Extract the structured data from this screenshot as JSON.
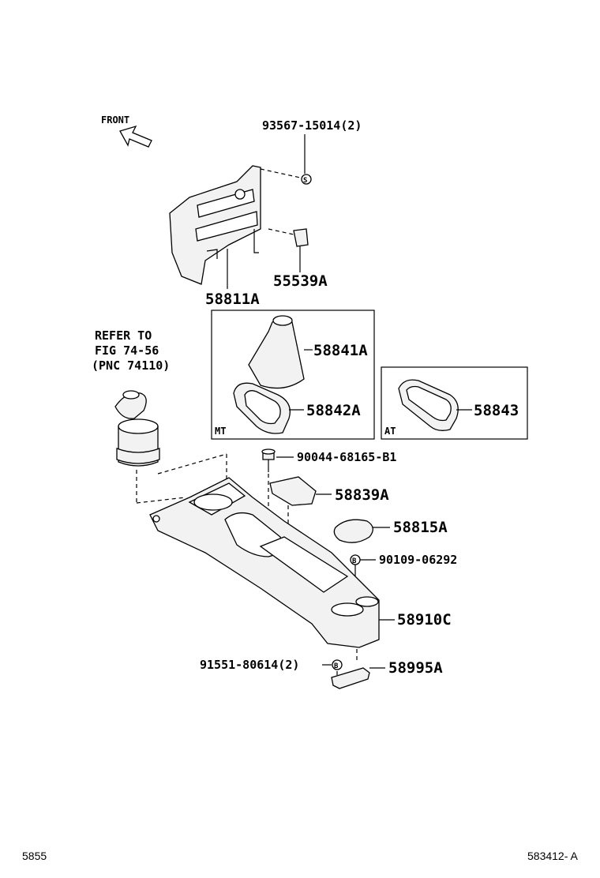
{
  "front_label": "FRONT",
  "reference": {
    "line1": "REFER TO",
    "line2": "FIG 74-56",
    "line3": "(PNC 74110)"
  },
  "parts": {
    "p93567": "93567-15014(2)",
    "p55539": "55539A",
    "p58811": "58811A",
    "p58841": "58841A",
    "p58842": "58842A",
    "p58843": "58843",
    "p90044": "90044-68165-B1",
    "p58839": "58839A",
    "p58815": "58815A",
    "p90109": "90109-06292",
    "p58910": "58910C",
    "p91551": "91551-80614(2)",
    "p58995": "58995A"
  },
  "box_labels": {
    "mt": "MT",
    "at": "AT"
  },
  "markers": {
    "s": "S",
    "b": "B"
  },
  "footer": {
    "left": "5855",
    "right": "583412- A"
  }
}
